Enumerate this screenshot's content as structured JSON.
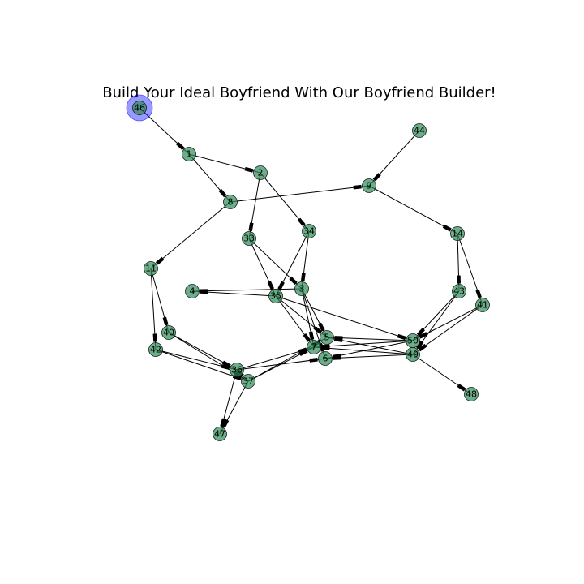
{
  "title": "Build Your Ideal Boyfriend With Our Boyfriend Builder!",
  "colors": {
    "node": "#2e8b57",
    "highlight": "#0000ff",
    "edge": "#000000"
  },
  "highlighted_node": "46",
  "nodes": [
    "46",
    "1",
    "2",
    "8",
    "9",
    "44",
    "14",
    "33",
    "34",
    "11",
    "4",
    "35",
    "3",
    "43",
    "41",
    "40",
    "42",
    "5",
    "50",
    "7",
    "49",
    "6",
    "36",
    "37",
    "48",
    "47"
  ],
  "edges": [
    [
      "46",
      "1"
    ],
    [
      "1",
      "2"
    ],
    [
      "1",
      "8"
    ],
    [
      "2",
      "33"
    ],
    [
      "2",
      "34"
    ],
    [
      "8",
      "9"
    ],
    [
      "8",
      "11"
    ],
    [
      "44",
      "9"
    ],
    [
      "9",
      "14"
    ],
    [
      "14",
      "43"
    ],
    [
      "14",
      "41"
    ],
    [
      "33",
      "35"
    ],
    [
      "33",
      "3"
    ],
    [
      "34",
      "35"
    ],
    [
      "34",
      "3"
    ],
    [
      "3",
      "4"
    ],
    [
      "35",
      "4"
    ],
    [
      "35",
      "7"
    ],
    [
      "35",
      "5"
    ],
    [
      "3",
      "7"
    ],
    [
      "3",
      "5"
    ],
    [
      "3",
      "6"
    ],
    [
      "11",
      "40"
    ],
    [
      "11",
      "42"
    ],
    [
      "40",
      "36"
    ],
    [
      "40",
      "37"
    ],
    [
      "42",
      "36"
    ],
    [
      "42",
      "37"
    ],
    [
      "43",
      "50"
    ],
    [
      "43",
      "49"
    ],
    [
      "41",
      "50"
    ],
    [
      "41",
      "49"
    ],
    [
      "50",
      "5"
    ],
    [
      "50",
      "7"
    ],
    [
      "50",
      "6"
    ],
    [
      "49",
      "5"
    ],
    [
      "49",
      "7"
    ],
    [
      "49",
      "6"
    ],
    [
      "49",
      "48"
    ],
    [
      "36",
      "7"
    ],
    [
      "36",
      "6"
    ],
    [
      "37",
      "7"
    ],
    [
      "37",
      "5"
    ],
    [
      "36",
      "47"
    ],
    [
      "37",
      "47"
    ],
    [
      "35",
      "50"
    ],
    [
      "36",
      "37"
    ]
  ]
}
